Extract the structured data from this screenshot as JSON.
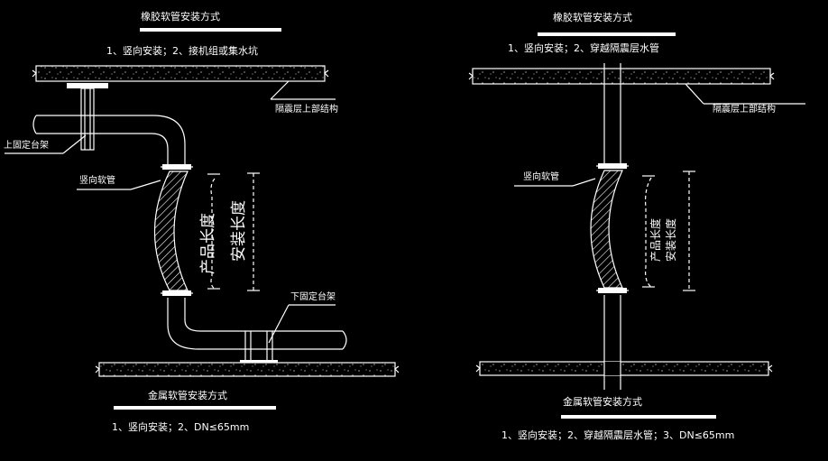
{
  "left": {
    "top_title": "橡胶软管安装方式",
    "top_caption": "1、竖向安装；2、接机组或集水坑",
    "struct_label": "隔震层上部结构",
    "fix_top_label": "上固定台架",
    "hose_label": "竖向软管",
    "dim_product": "产品长度",
    "dim_install": "安装长度",
    "fix_bottom_label": "下固定台架",
    "bottom_title": "金属软管安装方式",
    "bottom_caption": "1、竖向安装；2、DN≤65mm"
  },
  "right": {
    "top_title": "橡胶软管安装方式",
    "top_caption": "1、竖向安装；2、穿越隔震层水管",
    "struct_label": "隔震层上部结构",
    "hose_label": "竖向软管",
    "dim_product": "产品长度",
    "dim_install": "安装长度",
    "bottom_title": "金属软管安装方式",
    "bottom_caption": "1、竖向安装；2、穿越隔震层水管；3、DN≤65mm"
  },
  "colors": {
    "background": "#000000",
    "line": "#ffffff"
  }
}
